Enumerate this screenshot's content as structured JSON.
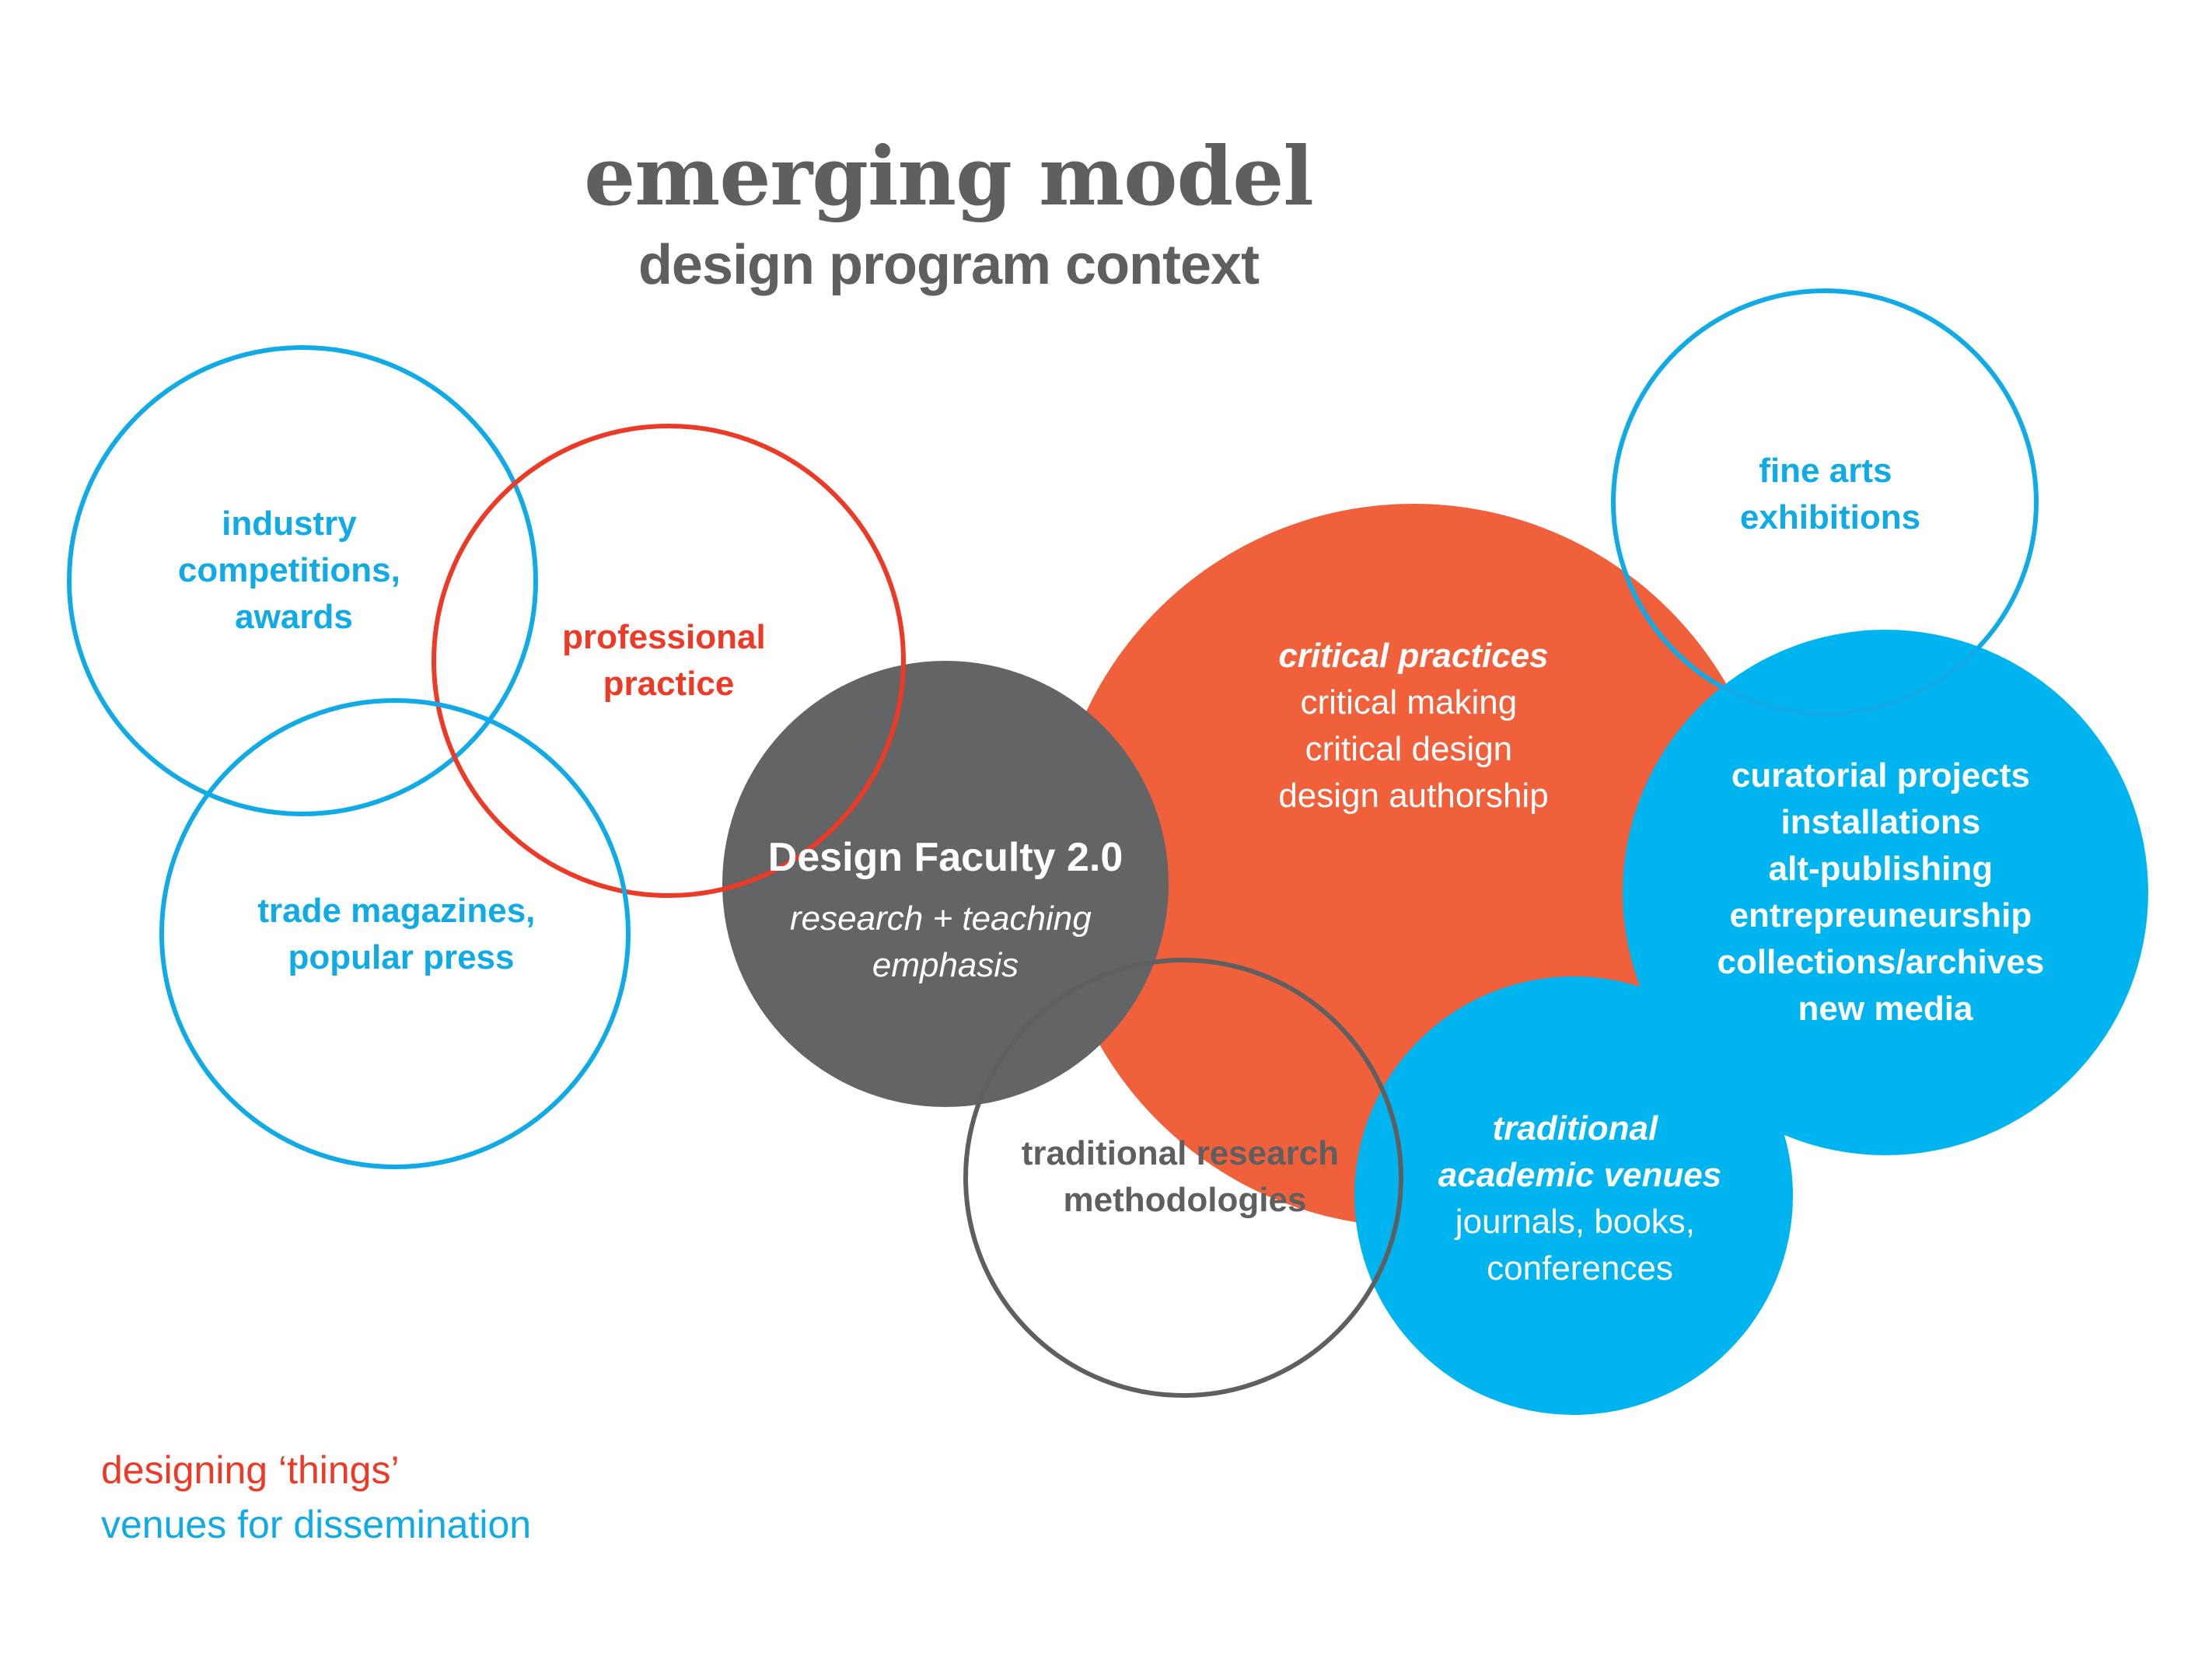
{
  "title": "emerging model",
  "subtitle": "design program context",
  "colors": {
    "blue": "#10aae6",
    "blue_fill": "#00b4ef",
    "red": "#ec3a27",
    "orange_fill": "#ef603b",
    "gray": "#5f5f61",
    "center_fill": "#636466",
    "white": "#ffffff"
  },
  "nodes": {
    "industry": {
      "lines": [
        "industry",
        "competitions,",
        "awards"
      ]
    },
    "professional": {
      "lines": [
        "professional",
        "practice"
      ]
    },
    "trade": {
      "lines": [
        "trade magazines,",
        "popular press"
      ]
    },
    "center": {
      "title": "Design Faculty 2.0",
      "lines": [
        "research + teaching",
        "emphasis"
      ]
    },
    "critical": {
      "heading": "critical practices",
      "lines": [
        "critical making",
        "critical design",
        "design authorship"
      ]
    },
    "fine_arts": {
      "lines": [
        "fine arts",
        "exhibitions"
      ]
    },
    "curatorial": {
      "lines": [
        "curatorial projects",
        "installations",
        "alt-publishing",
        "entrepreuneurship",
        "collections/archives",
        "new media"
      ]
    },
    "traditional_research": {
      "lines": [
        "traditional research",
        "methodologies"
      ]
    },
    "academic": {
      "heading_lines": [
        "traditional",
        "academic venues"
      ],
      "lines": [
        "journals, books,",
        "conferences"
      ]
    }
  },
  "legend": {
    "things": "designing ‘things’",
    "venues": "venues for dissemination"
  }
}
